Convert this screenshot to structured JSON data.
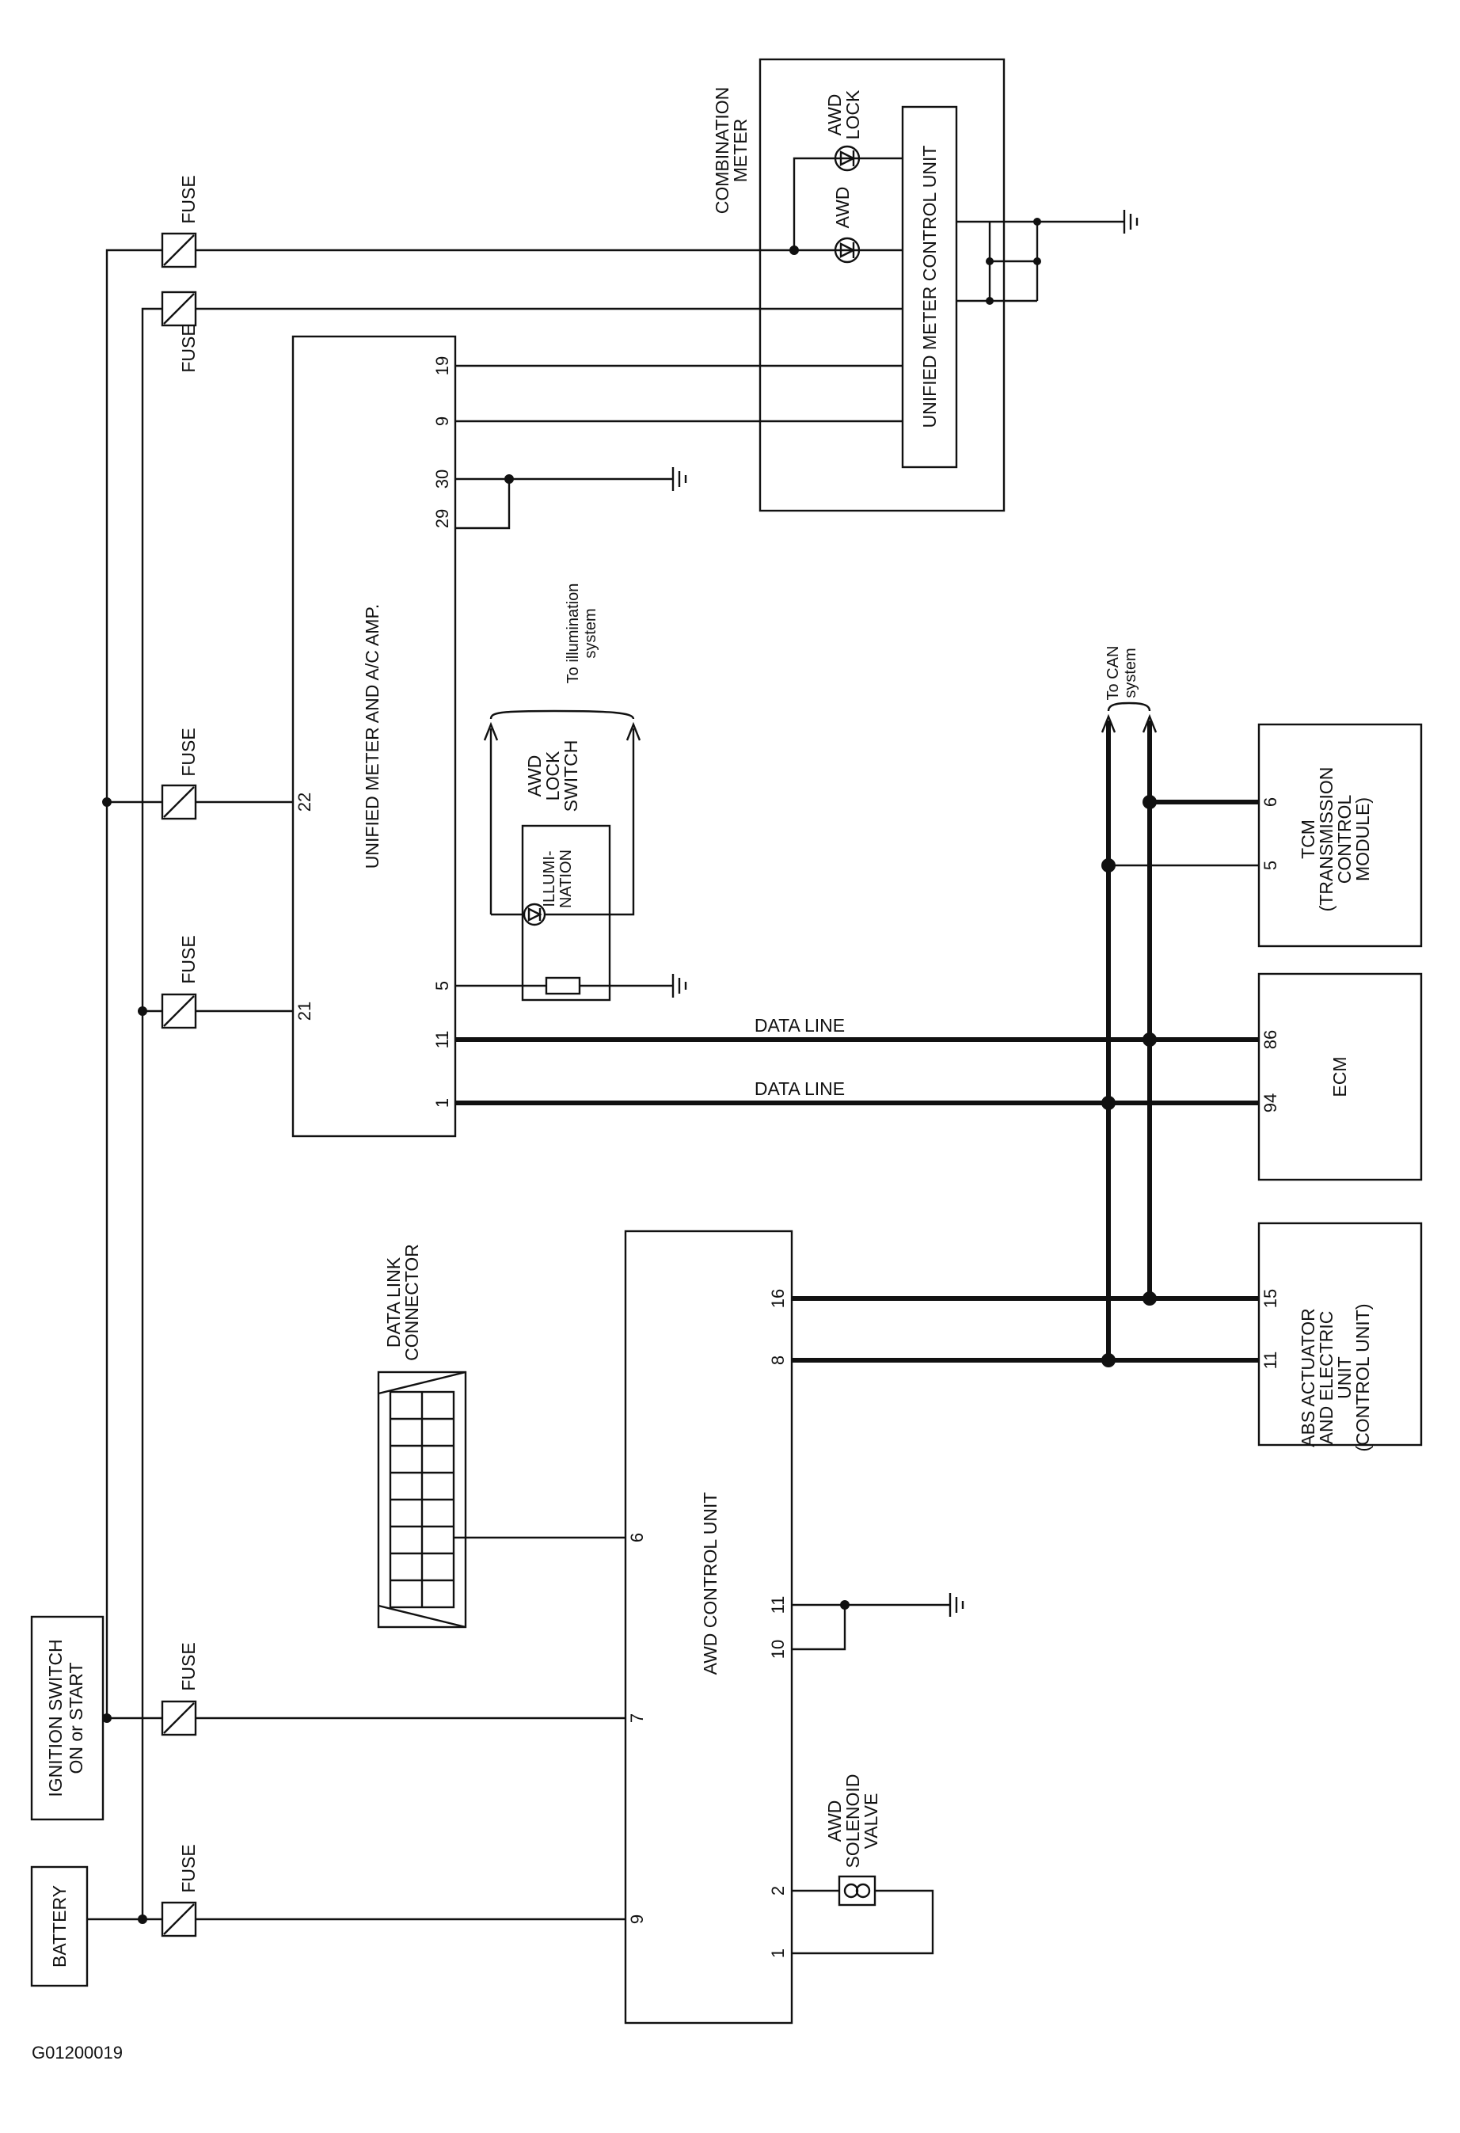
{
  "sources": {
    "battery": "BATTERY",
    "ignition_line1": "IGNITION SWITCH",
    "ignition_line2": "ON or START"
  },
  "fuse_label": "FUSE",
  "modules": {
    "awd_control_unit": {
      "title": "AWD CONTROL UNIT",
      "pins": [
        "1",
        "2",
        "9",
        "7",
        "10",
        "11",
        "6",
        "8",
        "16"
      ]
    },
    "unified_meter": {
      "title": "UNIFIED METER AND A/C AMP.",
      "pins": [
        "1",
        "11",
        "5",
        "21",
        "22",
        "29",
        "30",
        "9",
        "19"
      ]
    },
    "combination_meter": {
      "title_line1": "COMBINATION",
      "title_line2": "METER",
      "inner_unit": "UNIFIED METER CONTROL UNIT",
      "lamp_awd": "AWD",
      "lamp_lock_line1": "AWD",
      "lamp_lock_line2": "LOCK"
    },
    "abs": {
      "lines": [
        "ABS ACTUATOR",
        "AND ELECTRIC",
        "UNIT",
        "(CONTROL UNIT)"
      ],
      "pins": [
        "11",
        "15"
      ]
    },
    "ecm": {
      "title": "ECM",
      "pins": [
        "94",
        "86"
      ]
    },
    "tcm": {
      "lines": [
        "TCM",
        "(TRANSMISSION",
        "CONTROL",
        "MODULE)"
      ],
      "pins": [
        "5",
        "6"
      ]
    }
  },
  "components": {
    "solenoid_lines": [
      "AWD",
      "SOLENOID",
      "VALVE"
    ],
    "dlc_lines": [
      "DATA LINK",
      "CONNECTOR"
    ],
    "awd_lock_switch_lines": [
      "AWD",
      "LOCK",
      "SWITCH"
    ],
    "illumination_lines": [
      "ILLUMI-",
      "NATION"
    ],
    "illumination_note_lines": [
      "To illumination",
      "system"
    ],
    "can_note_lines": [
      "To CAN",
      "system"
    ]
  },
  "data_line_label": "DATA LINE",
  "figure_code": "G01200019"
}
